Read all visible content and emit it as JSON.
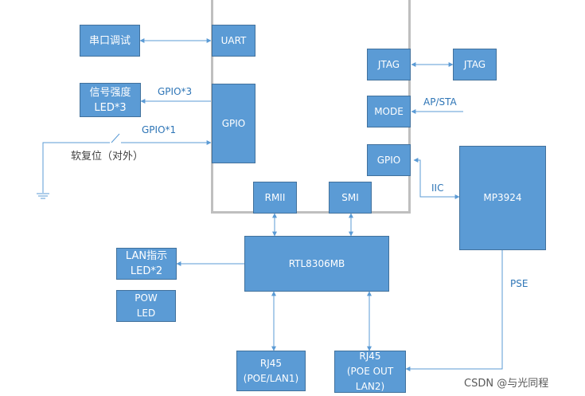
{
  "blocks": {
    "uart": "UART",
    "gpio_left": "GPIO",
    "rmii": "RMII",
    "smi": "SMI",
    "jtag_inner": "JTAG",
    "mode": "MODE",
    "gpio_right": "GPIO",
    "jtag_ext": "JTAG",
    "serial_debug": "串口调试",
    "signal_led": "信号强度\nLED*3",
    "mp3924": "MP3924",
    "rtl8306mb": "RTL8306MB",
    "lan_led": "LAN指示\nLED*2",
    "pow_led": "POW\nLED",
    "rj45_poe_lan1": "RJ45\n(POE/LAN1)",
    "rj45_poe_out_lan2": "RJ45\n(POE OUT\nLAN2)"
  },
  "labels": {
    "gpio3": "GPIO*3",
    "gpio1": "GPIO*1",
    "soft_reset": "软复位（对外）",
    "ap_sta": "AP/STA",
    "iic": "IIC",
    "pse": "PSE"
  },
  "watermark": "CSDN @与光同程",
  "colors": {
    "block_fill": "#5b9bd5",
    "block_border": "#41719c",
    "connector": "#5b9bd5",
    "soc_border": "#bfbfbf",
    "label_text": "#2e75b6"
  }
}
